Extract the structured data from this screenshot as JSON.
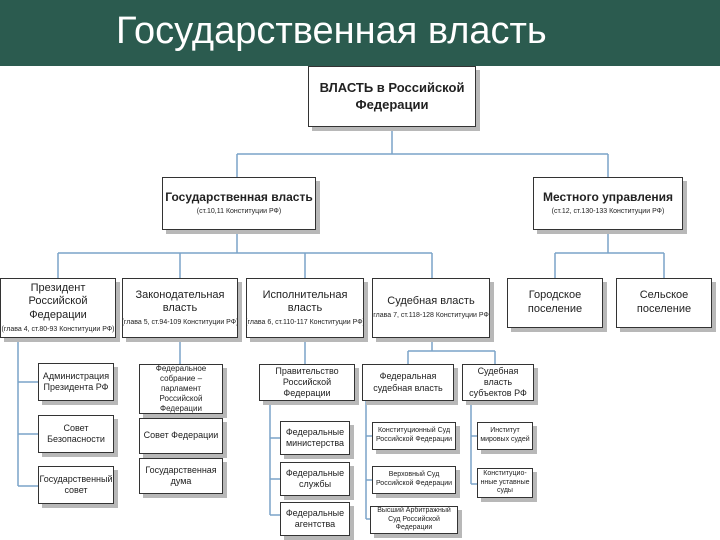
{
  "slide": {
    "title": "Государственная власть"
  },
  "colors": {
    "header_bg": "#2b5b4f",
    "header_text": "#ffffff",
    "connector": "#7aa3c8",
    "box_border": "#333333"
  },
  "diagram": {
    "root": {
      "title": "ВЛАСТЬ в Российской Федерации"
    },
    "state_power": {
      "title": "Государственная власть",
      "ref": "(ст.10,11 Конституции РФ)"
    },
    "local_gov": {
      "title": "Местного управления",
      "ref": "(ст.12, ст.130-133 Конституции РФ)"
    },
    "president": {
      "title": "Президент Российской Федерации",
      "ref": "(глава 4, ст.80-93 Конституции РФ)"
    },
    "legislative": {
      "title": "Законодательная власть",
      "ref": "(глава 5, ст.94-109 Конституции РФ)"
    },
    "executive": {
      "title": "Исполнительная власть",
      "ref": "(глава 6, ст.110-117 Конституции РФ)"
    },
    "judicial": {
      "title": "Судебная власть",
      "ref": "(глава 7, ст.118-128 Конституции РФ)"
    },
    "urban": {
      "title": "Городское поселение"
    },
    "rural": {
      "title": "Сельское поселение"
    },
    "president_items": [
      "Администрация Президента РФ",
      "Совет Безопасности",
      "Государственный совет"
    ],
    "legislative_items": [
      "Федеральное собрание – парламент Российской Федерации",
      "Совет Федерации",
      "Государственная дума"
    ],
    "executive_items": [
      "Правительство Российской Федерации",
      "Федеральные министерства",
      "Федеральные службы",
      "Федеральные агентства"
    ],
    "judicial_federal": {
      "title": "Федеральная судебная власть"
    },
    "judicial_federal_items": [
      "Конституционный Суд Российской Федерации",
      "Верховный Суд Российской Федерации",
      "Высший Арбитражный Суд Российской Федерации"
    ],
    "judicial_regional": {
      "title": "Судебная власть субъектов РФ"
    },
    "judicial_regional_items": [
      "Институт мировых судей",
      "Конституцио-нные уставные суды"
    ]
  }
}
